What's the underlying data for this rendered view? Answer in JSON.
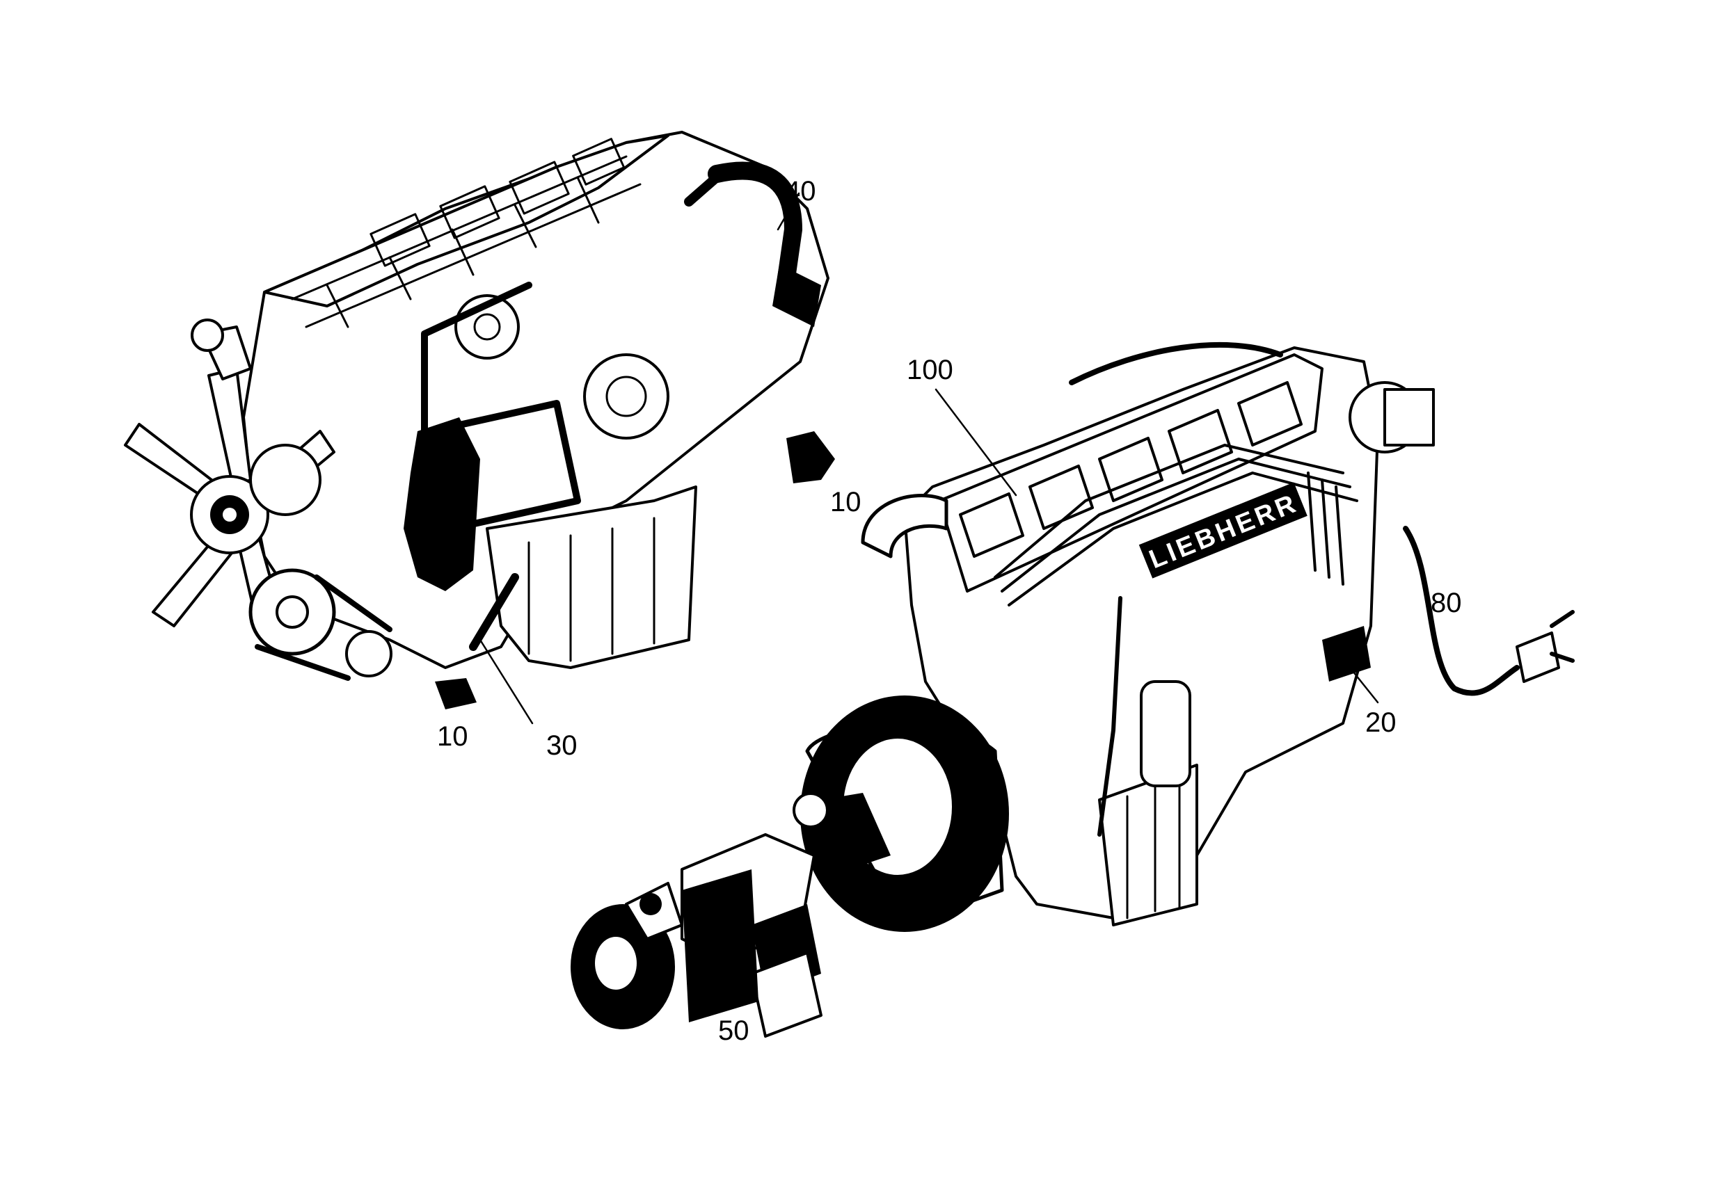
{
  "diagram": {
    "callouts": [
      {
        "id": "c40",
        "label": "40"
      },
      {
        "id": "c10a",
        "label": "10"
      },
      {
        "id": "c10b",
        "label": "10"
      },
      {
        "id": "c30",
        "label": "30"
      },
      {
        "id": "c100",
        "label": "100"
      },
      {
        "id": "c80",
        "label": "80"
      },
      {
        "id": "c20",
        "label": "20"
      },
      {
        "id": "c50",
        "label": "50"
      }
    ],
    "colors": {
      "ink": "#000000",
      "paper": "#ffffff"
    },
    "brand_plate_text": "LIEBHERR"
  }
}
